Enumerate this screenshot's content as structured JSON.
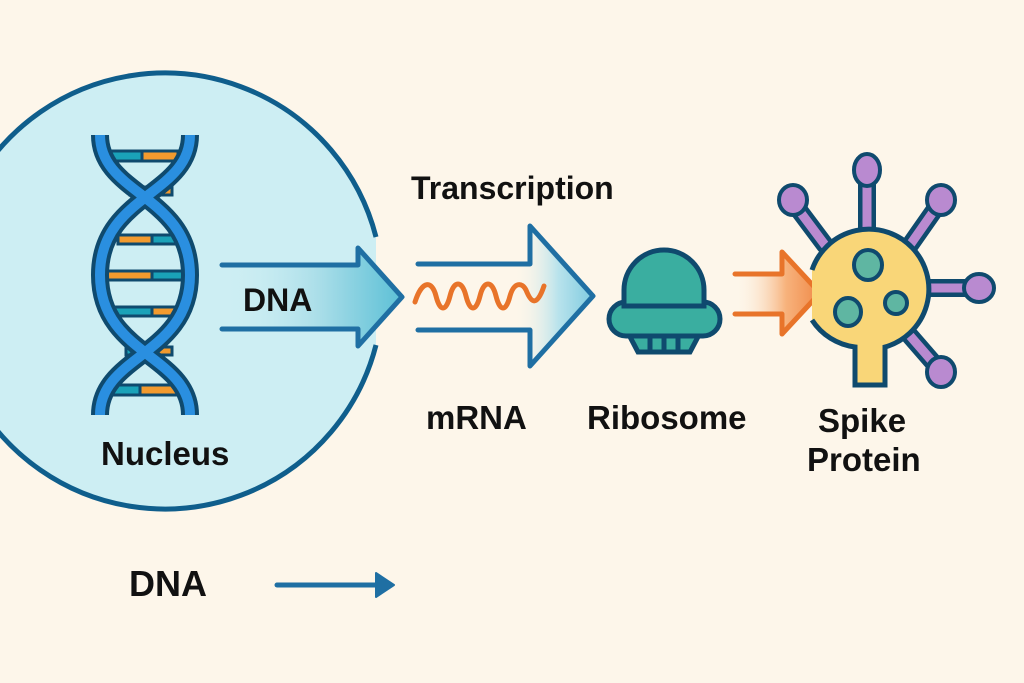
{
  "title": "Transcription",
  "nodes": {
    "nucleus": {
      "label": "Nucleus"
    },
    "dna_arrow": {
      "label": "DNA"
    },
    "mrna": {
      "label": "mRNA"
    },
    "ribosome": {
      "label": "Ribosome"
    },
    "spike_protein": {
      "label_line1": "Spike",
      "label_line2": "Protein"
    }
  },
  "legend": {
    "label": "DNA"
  },
  "colors": {
    "background": "#fdf6ea",
    "nucleus_fill": "#cdeef3",
    "outline_dark": "#0f4a6e",
    "arrow_blue": "#1f6fa3",
    "arrow_fill": "#6fc6d8",
    "dna_strand": "#2a8fe0",
    "base_teal": "#1aa2b8",
    "base_orange": "#f29a2e",
    "mrna_orange": "#e8742a",
    "ribosome_teal": "#3aaea0",
    "spike_body": "#f9d678",
    "spike_purple": "#b98ad0",
    "spike_dot": "#5fb6a2"
  }
}
